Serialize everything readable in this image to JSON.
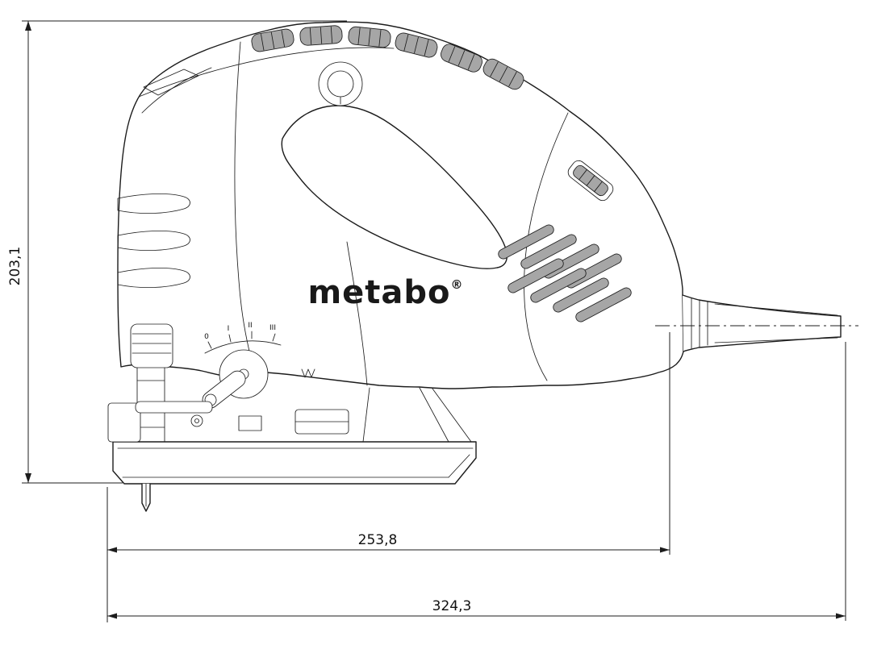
{
  "drawing": {
    "brand": {
      "name": "metabo",
      "registered": "®"
    },
    "dimensions": {
      "height": "203,1",
      "length_to_housing": "253,8",
      "overall_length": "324,3"
    },
    "orbital_scale": {
      "pos0": "0",
      "pos1": "I",
      "pos2": "II",
      "pos3": "III"
    },
    "colors": {
      "line": "#1c1c1c",
      "hatch": "#a6a6a6",
      "background": "#ffffff"
    }
  }
}
